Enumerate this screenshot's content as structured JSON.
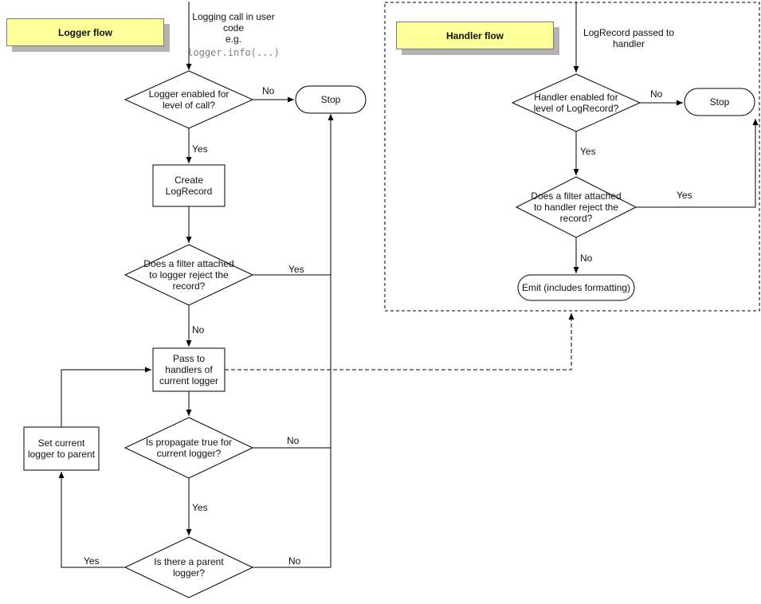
{
  "labels": {
    "yes": "Yes",
    "no": "No",
    "stop": "Stop"
  },
  "logger_flow": {
    "callout": "Logger flow",
    "intro": "Logging call in user\ncode\ne.g.",
    "intro_code": "logger.info(...)",
    "level_check": "Logger enabled for\nlevel of call?",
    "create_record": "Create\nLogRecord",
    "filter_check": "Does a filter attached\nto logger reject the\nrecord?",
    "pass_to_handlers": "Pass to\nhandlers of\ncurrent logger",
    "propagate_check": "Is propagate true for\ncurrent logger?",
    "parent_check": "Is there a parent\nlogger?",
    "set_parent": "Set current\nlogger to parent"
  },
  "handler_flow": {
    "callout": "Handler flow",
    "intro": "LogRecord passed to\nhandler",
    "level_check": "Handler enabled for\nlevel of LogRecord?",
    "filter_check": "Does a filter attached\nto handler reject the\nrecord?",
    "emit": "Emit (includes formatting)"
  },
  "colors": {
    "callout_fill": "#ffff99",
    "callout_shadow": "#b3b3b3",
    "line": "#000000",
    "code_text": "#808080"
  }
}
